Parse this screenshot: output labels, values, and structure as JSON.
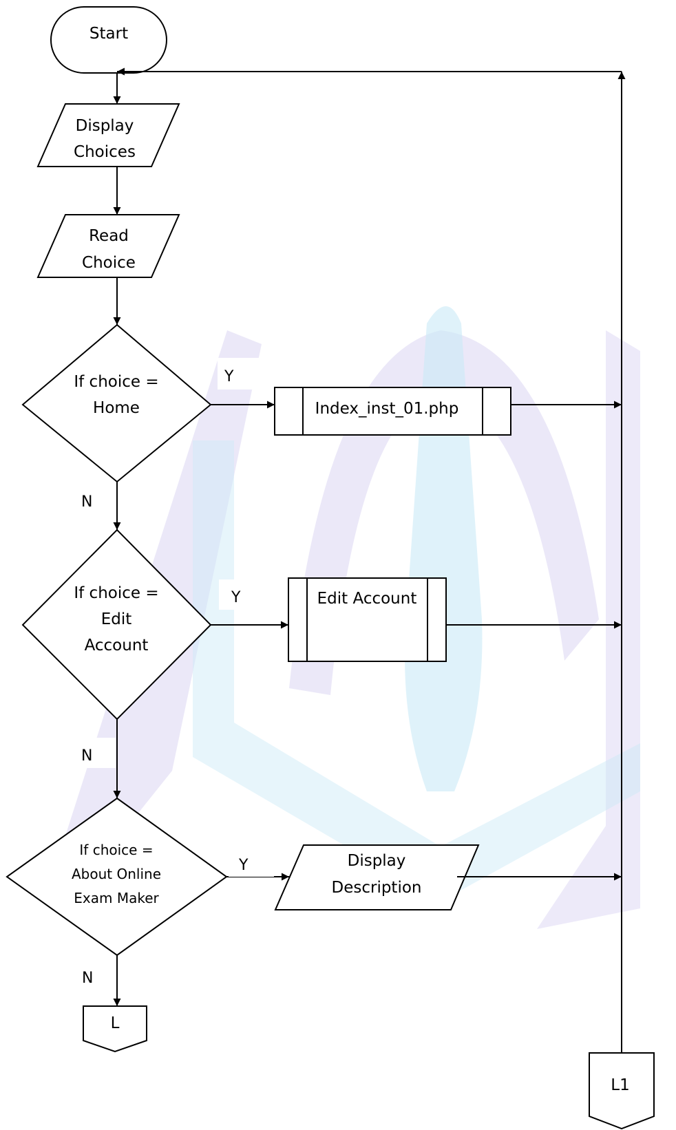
{
  "colors": {
    "stroke": "#000000",
    "watermark_blue": "#9fd8f0",
    "watermark_purple": "#b6abe6"
  },
  "nodes": {
    "start": "Start",
    "display_choices": [
      "Display",
      "Choices"
    ],
    "read_choice": [
      "Read",
      "Choice"
    ],
    "decision_home": [
      "If choice =",
      "Home"
    ],
    "process_index": "Index_inst_01.php",
    "decision_edit": [
      "If choice =",
      "Edit",
      "Account"
    ],
    "process_edit": "Edit Account",
    "decision_about": [
      "If choice =",
      "About Online",
      "Exam Maker"
    ],
    "display_description": [
      "Display",
      "Description"
    ],
    "connector_l": "L",
    "connector_l1": "L1"
  },
  "branch_labels": {
    "home_yes": "Y",
    "home_no": "N",
    "edit_yes": "Y",
    "edit_no": "N",
    "about_yes": "Y",
    "about_no": "N"
  }
}
